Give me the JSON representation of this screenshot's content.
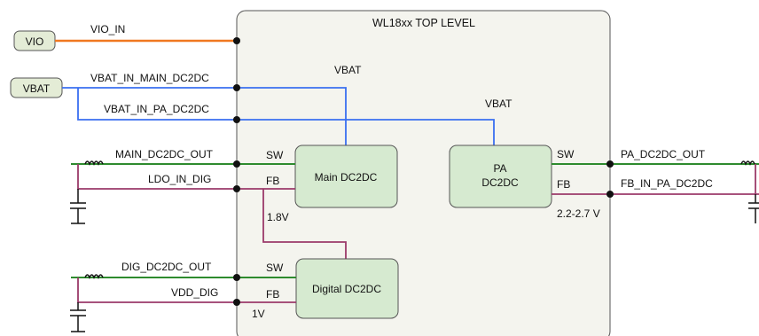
{
  "title": "WL18xx TOP LEVEL",
  "inputs": {
    "vio": "VIO",
    "vbat": "VBAT"
  },
  "nets": {
    "vio_in": "VIO_IN",
    "vbat_in_main": "VBAT_IN_MAIN_DC2DC",
    "vbat_in_pa": "VBAT_IN_PA_DC2DC",
    "main_out": "MAIN_DC2DC_OUT",
    "ldo_in_dig": "LDO_IN_DIG",
    "dig_out": "DIG_DC2DC_OUT",
    "vdd_dig": "VDD_DIG",
    "pa_out": "PA_DC2DC_OUT",
    "fb_in_pa": "FB_IN_PA_DC2DC"
  },
  "rail_labels": {
    "vbat_1": "VBAT",
    "vbat_2": "VBAT"
  },
  "blocks": {
    "main": {
      "label": "Main DC2DC",
      "sw": "SW",
      "fb": "FB"
    },
    "pa": {
      "label_line1": "PA",
      "label_line2": "DC2DC",
      "sw": "SW",
      "fb": "FB"
    },
    "digital": {
      "label": "Digital DC2DC",
      "sw": "SW",
      "fb": "FB"
    }
  },
  "voltages": {
    "main_fb": "1.8V",
    "digital_fb": "1V",
    "pa_range": "2.2-2.7 V"
  },
  "colors": {
    "vio_wire": "#f07820",
    "vbat_wire": "#3a6ff0",
    "sw_wire": "#2e8b2e",
    "fb_wire": "#9b3a6a",
    "chip_fill": "#f4f4ee",
    "block_fill": "#d6ead0"
  }
}
